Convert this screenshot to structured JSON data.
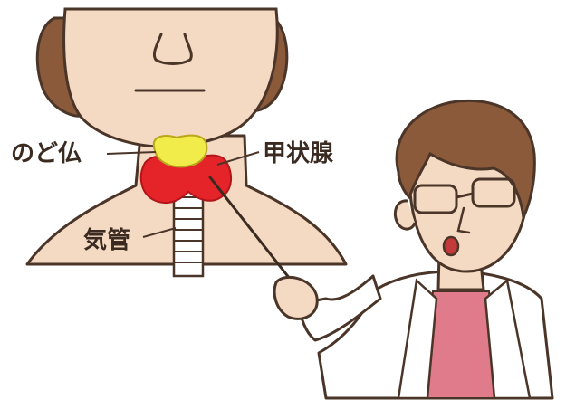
{
  "labels": {
    "adams_apple": "のど仏",
    "thyroid": "甲状腺",
    "trachea": "気管"
  },
  "colors": {
    "skin": "#f4d9c3",
    "hair": "#8a5a3a",
    "outline": "#4a3528",
    "thyroid": "#e5242a",
    "adams_apple": "#f2ec4a",
    "trachea": "#ffffff",
    "coat": "#ffffff",
    "shirt": "#e07b8c",
    "pointer": "#3a2a20"
  },
  "icons": {
    "patient": "patient-neck-illustration",
    "doctor": "doctor-with-glasses-illustration",
    "pointer": "pointer-stick"
  }
}
